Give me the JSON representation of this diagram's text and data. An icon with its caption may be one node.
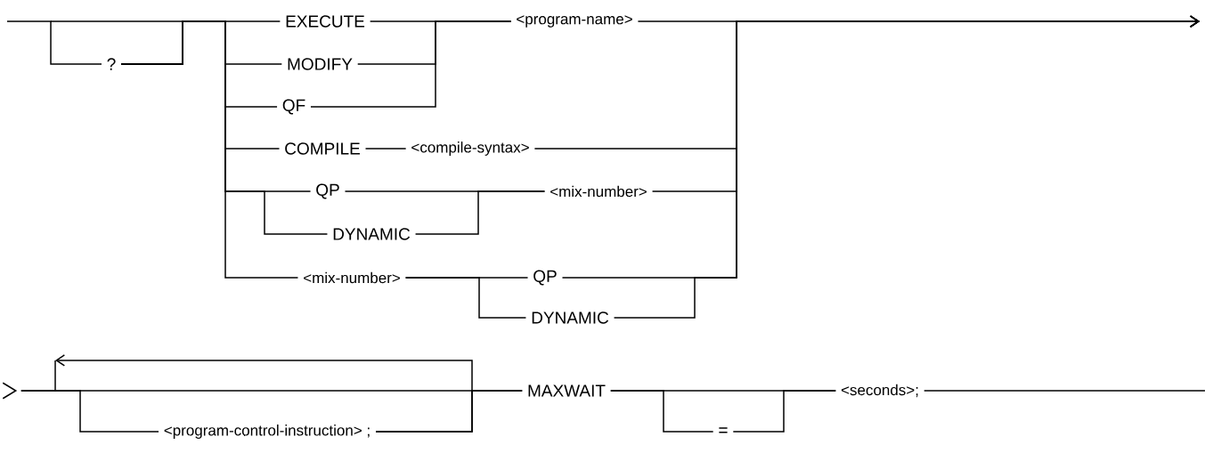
{
  "diagram": {
    "nodes": [
      {
        "text": [
          "?"
        ]
      },
      {
        "text": [
          "EXECUTE"
        ]
      },
      {
        "text": [
          "MODIFY"
        ]
      },
      {
        "text": [
          "QF"
        ]
      },
      {
        "text": [
          "<program-name>"
        ]
      },
      {
        "text": [
          "COMPILE"
        ]
      },
      {
        "text": [
          "<compile-syntax>"
        ]
      },
      {
        "text": [
          "QP"
        ]
      },
      {
        "text": [
          "DYNAMIC"
        ]
      },
      {
        "text": [
          "<mix-number>"
        ]
      },
      {
        "text": [
          "<mix-number>"
        ]
      },
      {
        "text": [
          "QP"
        ]
      },
      {
        "text": [
          "DYNAMIC"
        ]
      },
      {
        "text": [
          "<program-control-instruction> ;"
        ]
      },
      {
        "text": [
          "MAXWAIT"
        ]
      },
      {
        "text": [
          "="
        ]
      },
      {
        "text": [
          "<seconds>;"
        ]
      },
      {
        "text": [],
        "shape": "chevron"
      }
    ],
    "edges": [
      {
        "from": null,
        "to": 0,
        "arrow": "none"
      },
      {
        "from": 0,
        "to": 1,
        "arrow": "none"
      },
      {
        "from": 0,
        "to": 2,
        "arrow": "none"
      },
      {
        "from": 0,
        "to": 3,
        "arrow": "none"
      },
      {
        "from": 0,
        "to": 5,
        "arrow": "none"
      },
      {
        "from": 0,
        "to": 7,
        "arrow": "none"
      },
      {
        "from": 0,
        "to": 8,
        "arrow": "none"
      },
      {
        "from": 0,
        "to": 10,
        "arrow": "none"
      },
      {
        "from": 1,
        "to": 4,
        "arrow": "none"
      },
      {
        "from": 2,
        "to": 4,
        "arrow": "none"
      },
      {
        "from": 3,
        "to": 4,
        "arrow": "none"
      },
      {
        "from": 5,
        "to": 6,
        "arrow": "none"
      },
      {
        "from": 7,
        "to": 9,
        "arrow": "none"
      },
      {
        "from": 8,
        "to": 9,
        "arrow": "none"
      },
      {
        "from": 10,
        "to": 11,
        "arrow": "none"
      },
      {
        "from": 10,
        "to": 12,
        "arrow": "none"
      },
      {
        "from": 4,
        "to": null,
        "arrow": "to"
      },
      {
        "from": 6,
        "to": null,
        "arrow": "to"
      },
      {
        "from": 9,
        "to": null,
        "arrow": "to"
      },
      {
        "from": 11,
        "to": null,
        "arrow": "to"
      },
      {
        "from": 12,
        "to": null,
        "arrow": "to"
      },
      {
        "from": 17,
        "to": 13,
        "arrow": "none"
      },
      {
        "from": 17,
        "to": 14,
        "arrow": "none"
      },
      {
        "from": 13,
        "to": null,
        "arrow": "to"
      },
      {
        "from": 13,
        "to": 14,
        "arrow": "none"
      },
      {
        "from": 14,
        "to": 15,
        "arrow": "none"
      },
      {
        "from": 14,
        "to": 16,
        "arrow": "none"
      },
      {
        "from": 15,
        "to": 16,
        "arrow": "none"
      },
      {
        "from": 16,
        "to": null,
        "arrow": "none"
      }
    ]
  }
}
